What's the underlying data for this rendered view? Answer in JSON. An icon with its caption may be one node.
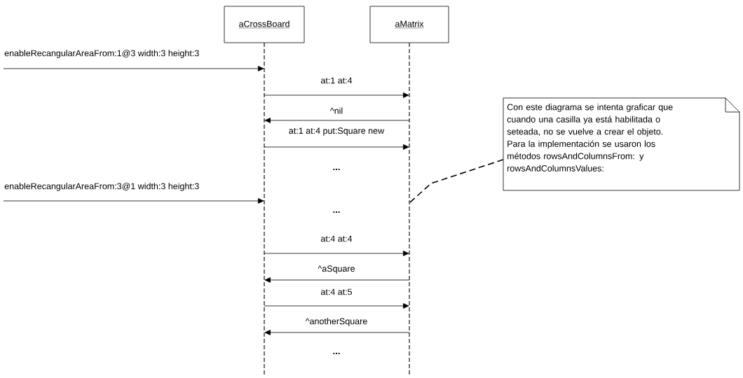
{
  "diagram": {
    "nodes": [
      {
        "text": [
          "aCrossBoard"
        ]
      },
      {
        "text": [
          "aMatrix"
        ]
      },
      {
        "text": [
          "Con este diagrama se intenta graficar que cuando una casilla ya está habilitada o seteada, no se vuelve a crear el objeto. Para la implementación se usaron los métodos rowsAndColumnsFrom: y rowsAndColumnsValues:"
        ]
      }
    ],
    "edges": [
      {
        "from": null,
        "to": 0,
        "arrow": "to",
        "label": "enableRecangularAreaFrom:1@3 width:3 height:3"
      },
      {
        "from": 0,
        "to": 1,
        "arrow": "to",
        "label": "at:1 at:4"
      },
      {
        "from": 1,
        "to": 0,
        "arrow": "to",
        "label": "^nil"
      },
      {
        "from": 0,
        "to": 1,
        "arrow": "to",
        "label": "at:1 at:4 put:Square new"
      },
      {
        "from": null,
        "to": 0,
        "arrow": "to",
        "label": "enableRecangularAreaFrom:3@1 width:3 height:3"
      },
      {
        "from": 0,
        "to": 1,
        "arrow": "to",
        "label": "at:4 at:4"
      },
      {
        "from": 1,
        "to": 0,
        "arrow": "to",
        "label": "^aSquare"
      },
      {
        "from": 0,
        "to": 1,
        "arrow": "to",
        "label": "at:4 at:5"
      },
      {
        "from": 1,
        "to": 0,
        "arrow": "to",
        "label": "^anotherSquare"
      },
      {
        "from": 2,
        "to": 1,
        "arrow": "none",
        "style": "dashed"
      }
    ],
    "labels": [
      "...",
      "...",
      "..."
    ]
  }
}
